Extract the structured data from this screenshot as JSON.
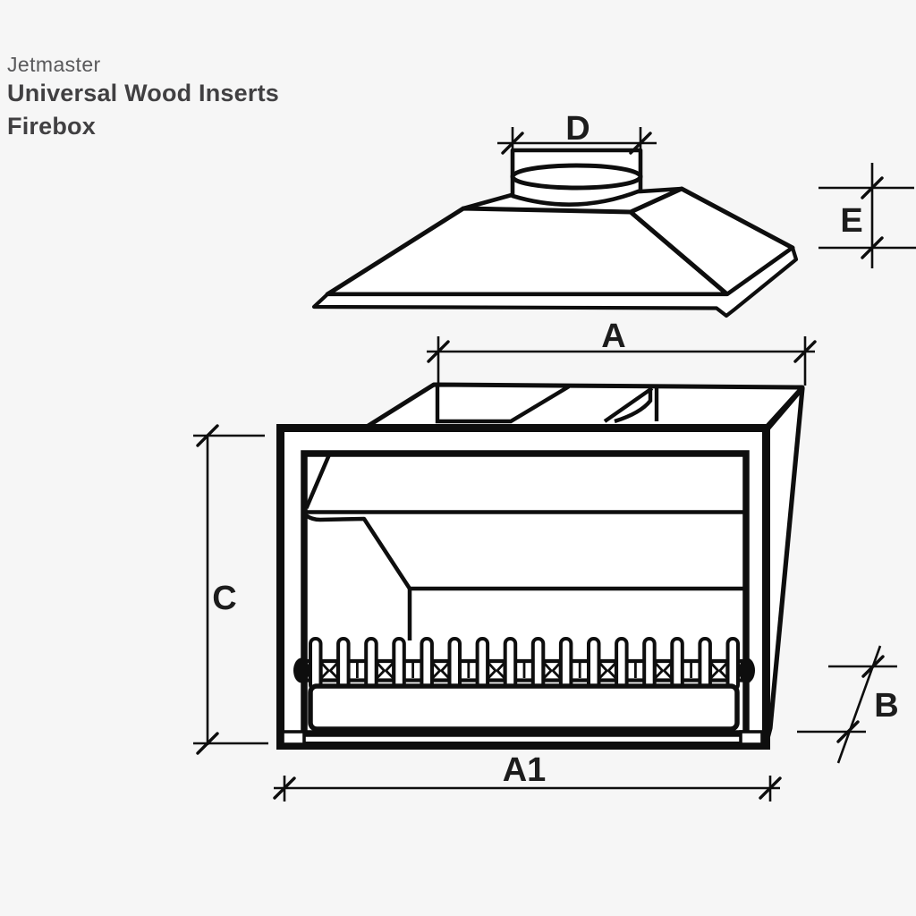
{
  "header": {
    "brand": "Jetmaster",
    "product": "Universal Wood Inserts",
    "model": "Firebox"
  },
  "drawing": {
    "labels": {
      "flue_diameter": "D",
      "hood_height": "E",
      "top_width": "A",
      "overall_height": "C",
      "front_width": "A1",
      "depth": "B"
    }
  },
  "colors": {
    "background": "#f6f6f6",
    "line": "#0e0e0e",
    "dimension_label": "#1c1c1c",
    "brand_text": "#59595b",
    "title_text": "#414042"
  }
}
